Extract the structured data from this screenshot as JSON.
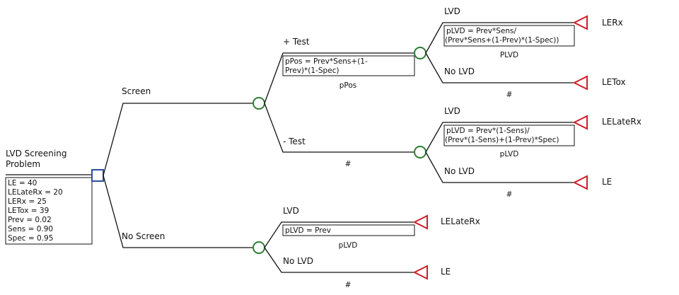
{
  "root": {
    "title_line1": "LVD Screening",
    "title_line2": "Problem",
    "variables": [
      "LE = 40",
      "LELateRx = 20",
      "LERx = 25",
      "LETox = 39",
      "Prev = 0.02",
      "Sens = 0.90",
      "Spec = 0.95"
    ]
  },
  "screen": {
    "label": "Screen",
    "test_pos": {
      "label": "+ Test",
      "prob_line1": "pPos = Prev*Sens+(1-",
      "prob_line2": "Prev)*(1-Spec)",
      "prob_name": "pPos",
      "lvd": {
        "label": "LVD",
        "prob_line1": "pLVD = Prev*Sens/",
        "prob_line2": "(Prev*Sens+(1-Prev)*(1-Spec))",
        "prob_name": "PLVD",
        "outcome": "LERx"
      },
      "no_lvd": {
        "label": "No LVD",
        "prob_name": "#",
        "outcome": "LETox"
      }
    },
    "test_neg": {
      "label": "- Test",
      "prob_name": "#",
      "lvd": {
        "label": "LVD",
        "prob_line1": "pLVD = Prev*(1-Sens)/",
        "prob_line2": "(Prev*(1-Sens)+(1-Prev)*Spec)",
        "prob_name": "pLVD",
        "outcome": "LELateRx"
      },
      "no_lvd": {
        "label": "No LVD",
        "prob_name": "#",
        "outcome": "LE"
      }
    }
  },
  "no_screen": {
    "label": "No Screen",
    "lvd": {
      "label": "LVD",
      "prob_line1": "pLVD = Prev",
      "prob_name": "pLVD",
      "outcome": "LELateRx"
    },
    "no_lvd": {
      "label": "No LVD",
      "prob_name": "#",
      "outcome": "LE"
    }
  },
  "colors": {
    "decision": "#2b4fa0",
    "chance": "#2e7d32",
    "terminal": "#cc1f2b",
    "line": "#111111"
  }
}
